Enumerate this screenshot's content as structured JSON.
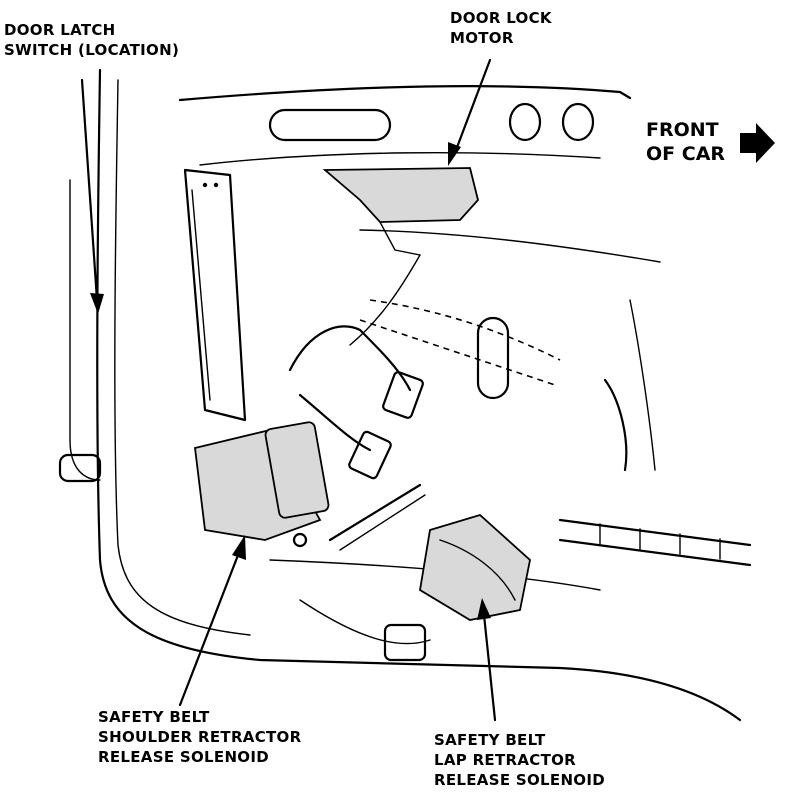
{
  "labels": {
    "door_latch_switch": [
      "DOOR LATCH",
      "SWITCH (LOCATION)"
    ],
    "door_lock_motor": [
      "DOOR LOCK",
      "MOTOR"
    ],
    "front_of_car": [
      "FRONT",
      "OF CAR"
    ],
    "shoulder_solenoid": [
      "SAFETY BELT",
      "SHOULDER RETRACTOR",
      "RELEASE SOLENOID"
    ],
    "lap_solenoid": [
      "SAFETY BELT",
      "LAP RETRACTOR",
      "RELEASE SOLENOID"
    ]
  },
  "icons": {
    "front_arrow": "arrow-right-icon"
  }
}
